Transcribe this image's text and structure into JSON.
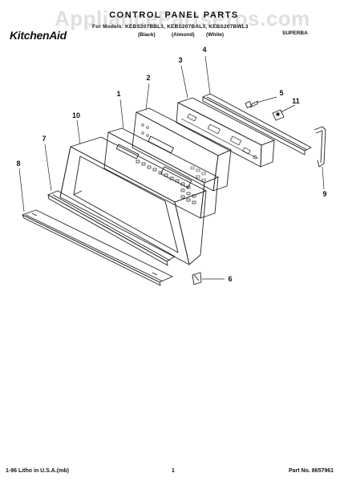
{
  "header": {
    "title": "CONTROL PANEL PARTS",
    "for_models_line": "For Models: KEBS207BBL3, KEBS207BAL3, KEBS207BWL3",
    "colors": [
      "(Black)",
      "(Almond)",
      "(White)"
    ],
    "brand_logo": "KitchenAid",
    "model_code": "SUPERBA"
  },
  "watermark": "AppliancePartsPros.com",
  "callouts": [
    "1",
    "2",
    "3",
    "4",
    "5",
    "6",
    "7",
    "8",
    "9",
    "10",
    "11"
  ],
  "footer": {
    "litho": "1-96 Litho in U.S.A.(mb)",
    "page_number": "1",
    "part_number": "Part No. 8657961"
  }
}
